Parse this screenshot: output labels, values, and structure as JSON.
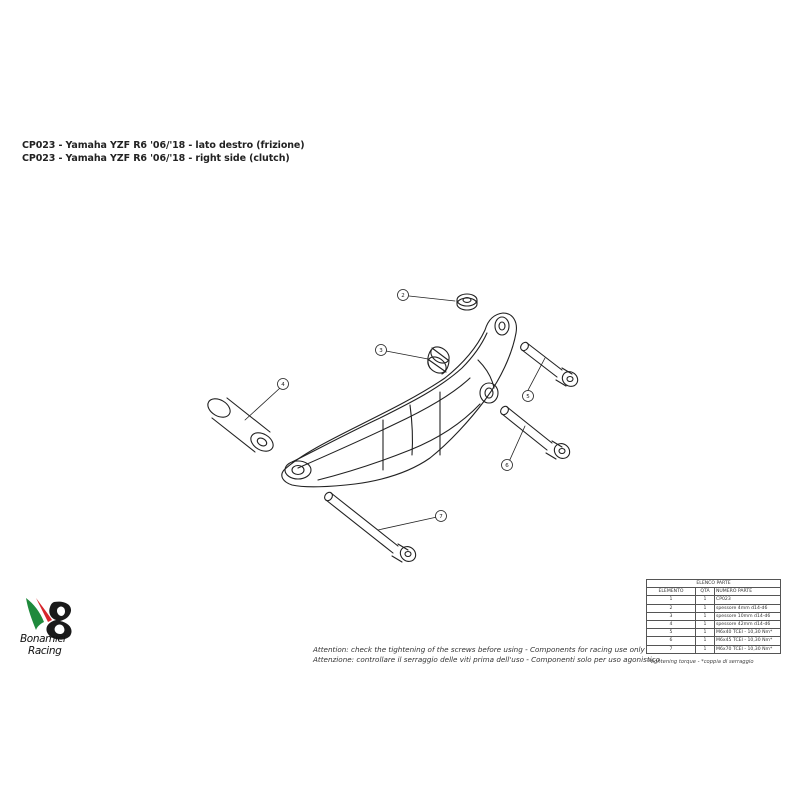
{
  "title": {
    "line1": "CP023 - Yamaha YZF R6 '06/'18 - lato destro (frizione)",
    "line2": "CP023 - Yamaha YZF R6 '06/'18 - right side (clutch)"
  },
  "callouts": [
    "2",
    "3",
    "4",
    "5",
    "6",
    "7"
  ],
  "notes": {
    "english": "Attention: check the tightening of the screws before using - Components for racing use only",
    "italian": "Attenzione: controllare il serraggio delle viti prima dell'uso - Componenti solo per uso agonistico"
  },
  "parts_table": {
    "caption": "ELENCO PARTE",
    "headers": [
      "ELEMENTO",
      "QTÀ",
      "NUMERO PARTE"
    ],
    "rows": [
      [
        "1",
        "1",
        "CP023"
      ],
      [
        "2",
        "1",
        "spessore 4mm d14-d6"
      ],
      [
        "3",
        "1",
        "spessore 10mm d14-d6"
      ],
      [
        "4",
        "1",
        "spessore 42mm d14-d6"
      ],
      [
        "5",
        "1",
        "M6x40 TCEI - 10,30 Nm*"
      ],
      [
        "6",
        "1",
        "M6x45 TCEI - 10,30 Nm*"
      ],
      [
        "7",
        "1",
        "M6x70 TCEI - 10,30 Nm*"
      ]
    ]
  },
  "torque_note": "*tightening torque - *coppia di serraggio",
  "logo": {
    "line1": "Bonamici",
    "line2": "Racing",
    "colors": {
      "green": "#1f8a3c",
      "red": "#d7262b",
      "black": "#1a1a1a"
    }
  }
}
